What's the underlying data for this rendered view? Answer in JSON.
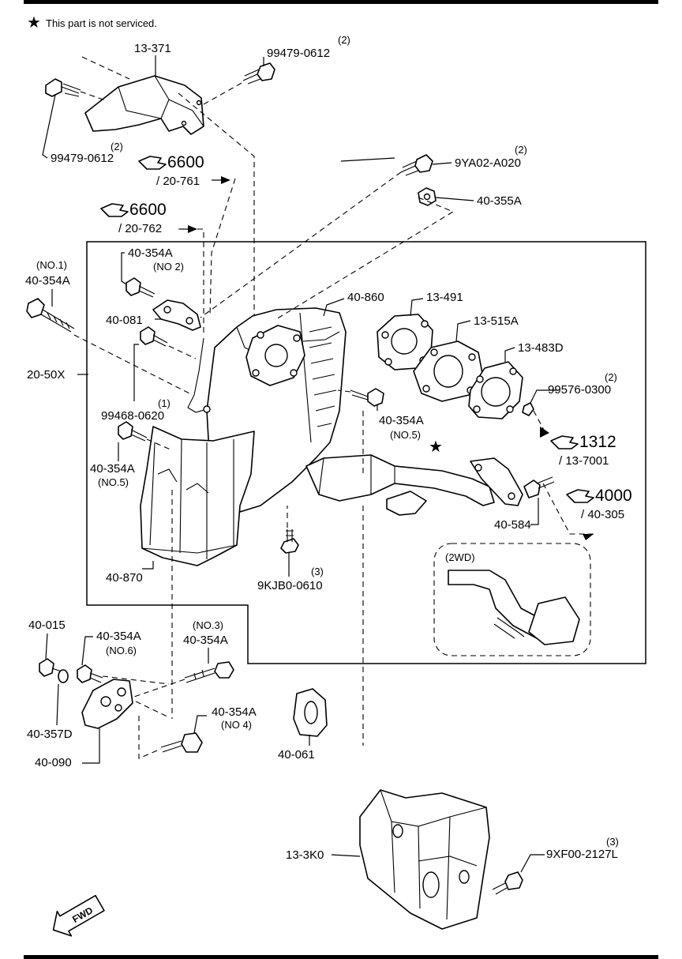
{
  "legend": {
    "star_symbol": "★",
    "text": "This part is not serviced."
  },
  "parts": [
    {
      "id": "p13-371",
      "number": "13-371"
    },
    {
      "id": "p99479-a",
      "number": "99479-0612",
      "qty": "(2)"
    },
    {
      "id": "p99479-b",
      "number": "99479-0612",
      "qty": "(2)"
    },
    {
      "id": "p9ya02",
      "number": "9YA02-A020",
      "qty": "(2)"
    },
    {
      "id": "p40-355a",
      "number": "40-355A"
    },
    {
      "id": "p40-354a-no2",
      "number": "40-354A",
      "note": "(NO 2)"
    },
    {
      "id": "p40-354a-no1",
      "number": "40-354A",
      "note": "(NO.1)"
    },
    {
      "id": "p40-081",
      "number": "40-081"
    },
    {
      "id": "p40-860",
      "number": "40-860"
    },
    {
      "id": "p13-491",
      "number": "13-491"
    },
    {
      "id": "p13-515a",
      "number": "13-515A"
    },
    {
      "id": "p13-483d",
      "number": "13-483D"
    },
    {
      "id": "p99576",
      "number": "99576-0300",
      "qty": "(2)"
    },
    {
      "id": "p20-50x",
      "number": "20-50X"
    },
    {
      "id": "p99468",
      "number": "99468-0620",
      "qty": "(1)"
    },
    {
      "id": "p40-354a-no5-left",
      "number": "40-354A",
      "note": "(NO.5)"
    },
    {
      "id": "p40-354a-no5-mid",
      "number": "40-354A",
      "note": "(NO.5)"
    },
    {
      "id": "p40-584",
      "number": "40-584"
    },
    {
      "id": "p40-870",
      "number": "40-870"
    },
    {
      "id": "p9kjb0",
      "number": "9KJB0-0610",
      "qty": "(3)"
    },
    {
      "id": "p40-015",
      "number": "40-015"
    },
    {
      "id": "p40-354a-no6",
      "number": "40-354A",
      "note": "(NO.6)"
    },
    {
      "id": "p40-354a-no3",
      "number": "40-354A",
      "note": "(NO.3)"
    },
    {
      "id": "p40-357d",
      "number": "40-357D"
    },
    {
      "id": "p40-354a-no4",
      "number": "40-354A",
      "note": "(NO 4)"
    },
    {
      "id": "p40-090",
      "number": "40-090"
    },
    {
      "id": "p40-061",
      "number": "40-061"
    },
    {
      "id": "p13-3k0",
      "number": "13-3K0"
    },
    {
      "id": "p9xf00",
      "number": "9XF00-2127L",
      "qty": "(3)"
    }
  ],
  "references": [
    {
      "id": "ref-6600-a",
      "figure": "6600",
      "sub": "/ 20-761"
    },
    {
      "id": "ref-6600-b",
      "figure": "6600",
      "sub": "/ 20-762"
    },
    {
      "id": "ref-1312",
      "figure": "1312",
      "sub": "/ 13-7001"
    },
    {
      "id": "ref-4000",
      "figure": "4000",
      "sub": "/ 40-305"
    }
  ],
  "inset": {
    "label": "(2WD)"
  },
  "fwd_label": "FWD"
}
